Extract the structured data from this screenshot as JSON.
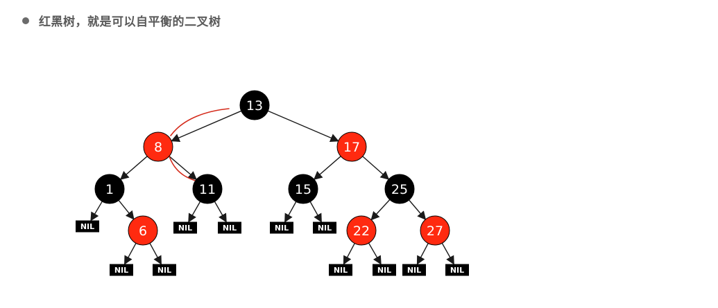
{
  "heading": {
    "text": "红黑树，就是可以自平衡的二叉树"
  },
  "colors": {
    "red_node": "#ff2a10",
    "black_node": "#000000",
    "edge": "#1a1a1a",
    "annotation": "#d42a1a"
  },
  "tree": {
    "nodes": [
      {
        "id": "n13",
        "label": "13",
        "color": "black"
      },
      {
        "id": "n8",
        "label": "8",
        "color": "red"
      },
      {
        "id": "n17",
        "label": "17",
        "color": "red"
      },
      {
        "id": "n1",
        "label": "1",
        "color": "black"
      },
      {
        "id": "n11",
        "label": "11",
        "color": "black"
      },
      {
        "id": "n15",
        "label": "15",
        "color": "black"
      },
      {
        "id": "n25",
        "label": "25",
        "color": "black"
      },
      {
        "id": "n6",
        "label": "6",
        "color": "red"
      },
      {
        "id": "n22",
        "label": "22",
        "color": "red"
      },
      {
        "id": "n27",
        "label": "27",
        "color": "red"
      }
    ],
    "nil_label": "NIL",
    "edges": [
      [
        "n13",
        "n8"
      ],
      [
        "n13",
        "n17"
      ],
      [
        "n8",
        "n1"
      ],
      [
        "n8",
        "n11"
      ],
      [
        "n17",
        "n15"
      ],
      [
        "n17",
        "n25"
      ],
      [
        "n1",
        "nil1a"
      ],
      [
        "n1",
        "n6"
      ],
      [
        "n11",
        "nil11a"
      ],
      [
        "n11",
        "nil11b"
      ],
      [
        "n15",
        "nil15a"
      ],
      [
        "n15",
        "nil15b"
      ],
      [
        "n25",
        "n22"
      ],
      [
        "n25",
        "n27"
      ],
      [
        "n6",
        "nil6a"
      ],
      [
        "n6",
        "nil6b"
      ],
      [
        "n22",
        "nil22a"
      ],
      [
        "n22",
        "nil22b"
      ],
      [
        "n27",
        "nil27a"
      ],
      [
        "n27",
        "nil27b"
      ]
    ]
  }
}
